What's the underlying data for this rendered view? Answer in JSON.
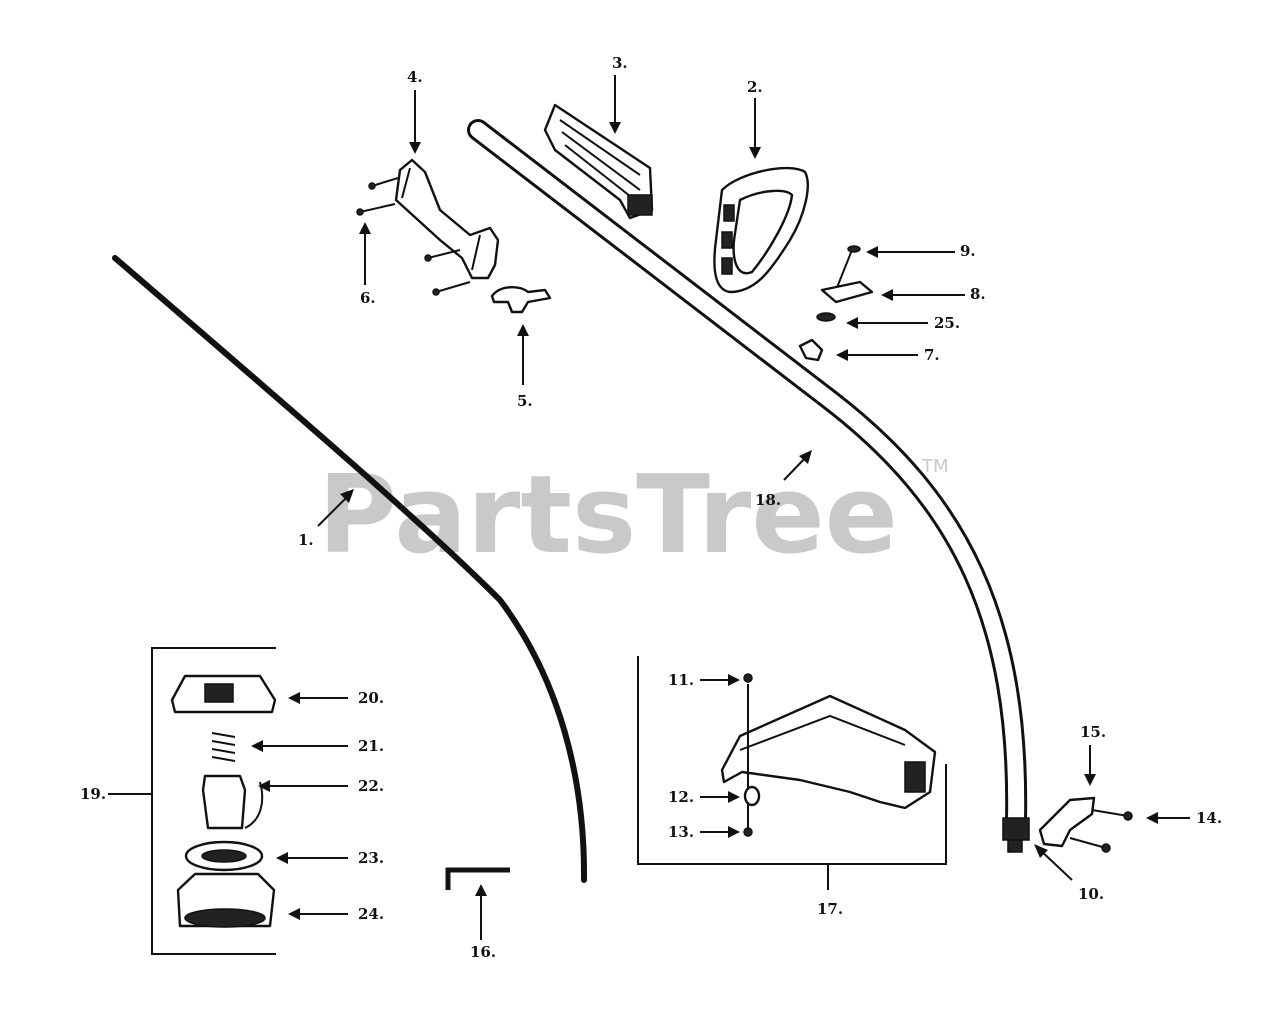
{
  "watermark": {
    "brand": "PartsTree",
    "trademark": "TM"
  },
  "callouts": [
    {
      "id": "c1",
      "text": "1."
    },
    {
      "id": "c2",
      "text": "2."
    },
    {
      "id": "c3",
      "text": "3."
    },
    {
      "id": "c4",
      "text": "4."
    },
    {
      "id": "c5",
      "text": "5."
    },
    {
      "id": "c6",
      "text": "6."
    },
    {
      "id": "c7",
      "text": "7."
    },
    {
      "id": "c8",
      "text": "8."
    },
    {
      "id": "c9",
      "text": "9."
    },
    {
      "id": "c10",
      "text": "10."
    },
    {
      "id": "c11",
      "text": "11."
    },
    {
      "id": "c12",
      "text": "12."
    },
    {
      "id": "c13",
      "text": "13."
    },
    {
      "id": "c14",
      "text": "14."
    },
    {
      "id": "c15",
      "text": "15."
    },
    {
      "id": "c16",
      "text": "16."
    },
    {
      "id": "c17",
      "text": "17."
    },
    {
      "id": "c18",
      "text": "18."
    },
    {
      "id": "c19",
      "text": "19."
    },
    {
      "id": "c20",
      "text": "20."
    },
    {
      "id": "c21",
      "text": "21."
    },
    {
      "id": "c22",
      "text": "22."
    },
    {
      "id": "c23",
      "text": "23."
    },
    {
      "id": "c24",
      "text": "24."
    },
    {
      "id": "c25",
      "text": "25."
    }
  ]
}
